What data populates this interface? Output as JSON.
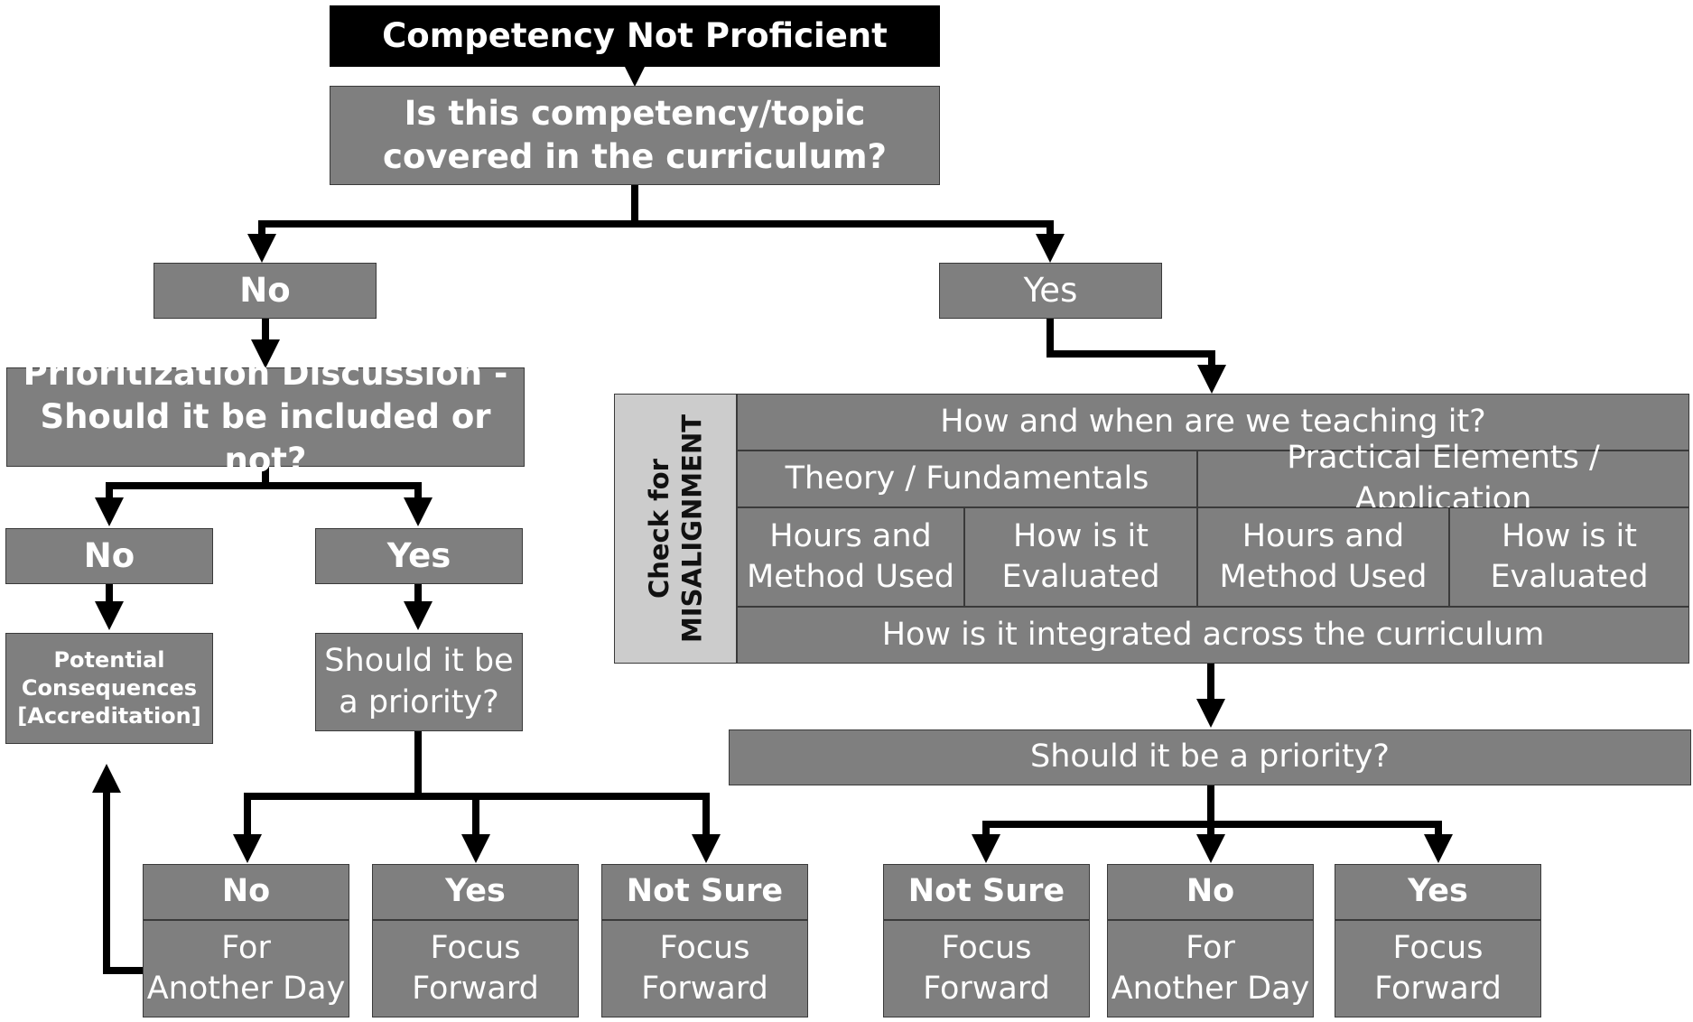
{
  "top": {
    "title": "Competency Not Proficient",
    "question": "Is this competency/topic\ncovered in the curriculum?"
  },
  "left": {
    "no_label": "No",
    "prioritization": "Prioritization Discussion -\nShould it be included or not?",
    "no2_label": "No",
    "yes2_label": "Yes",
    "consequences": "Potential\nConsequences\n[Accreditation]",
    "priority_question": "Should it be\na priority?",
    "outcomes": [
      {
        "head": "No",
        "body": "For\nAnother Day"
      },
      {
        "head": "Yes",
        "body": "Focus\nForward"
      },
      {
        "head": "Not Sure",
        "body": "Focus\nForward"
      }
    ]
  },
  "right": {
    "yes_label": "Yes",
    "check_line1": "Check  for",
    "check_line2": "MISALIGNMENT",
    "how_when": "How and when are we teaching it?",
    "theory": "Theory / Fundamentals",
    "practical": "Practical Elements / Application",
    "hours1": "Hours and\nMethod Used",
    "eval1": "How is it\nEvaluated",
    "hours2": "Hours and\nMethod Used",
    "eval2": "How is it\nEvaluated",
    "integrated": "How is it integrated across the curriculum",
    "priority_question": "Should it be a priority?",
    "outcomes": [
      {
        "head": "Not Sure",
        "body": "Focus\nForward"
      },
      {
        "head": "No",
        "body": "For\nAnother Day"
      },
      {
        "head": "Yes",
        "body": "Focus\nForward"
      }
    ]
  },
  "colors": {
    "box": "#7f7f7f",
    "title": "#000000",
    "sidebar": "#cccccc",
    "line": "#000000"
  }
}
